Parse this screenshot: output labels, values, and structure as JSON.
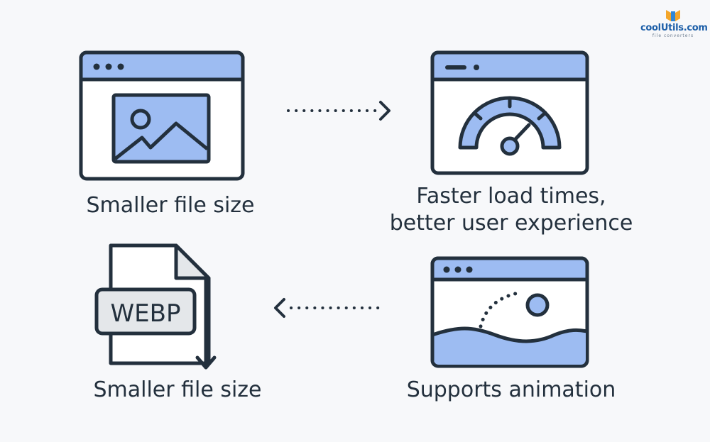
{
  "steps": [
    {
      "label_lines": [
        "Smaller file size"
      ]
    },
    {
      "label_lines": [
        "Faster load times,",
        "better user experience"
      ]
    },
    {
      "label_lines": [
        "Supports animation"
      ]
    },
    {
      "label_lines": [
        "Smaller file size"
      ]
    }
  ],
  "file_icon": {
    "format_label": "WEBP"
  },
  "logo": {
    "name": "coolUtils.com",
    "tagline": "file converters"
  },
  "colors": {
    "outline": "#23303d",
    "accent_fill": "#9dbcf2",
    "chrome_fill": "#9dbcf2",
    "background": "#f7f8fa",
    "badge_fill": "#e4e7ea"
  },
  "icons": {
    "top_left": "browser-image-icon",
    "top_right": "browser-speedometer-icon",
    "bottom_right": "browser-animation-icon",
    "bottom_left": "webp-file-icon"
  }
}
